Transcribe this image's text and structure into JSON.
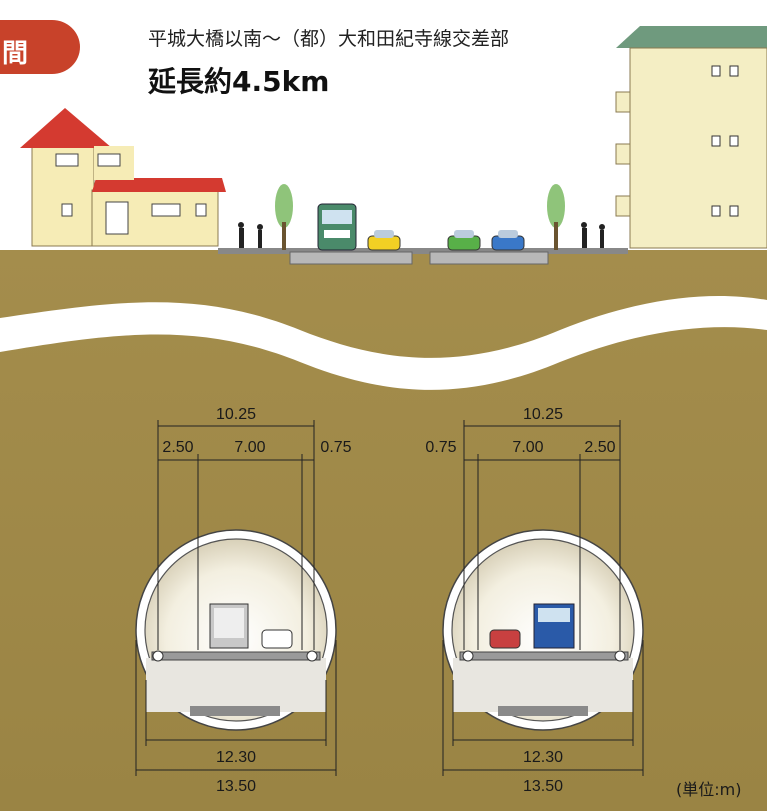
{
  "section_badge": "間",
  "title": "平城大橋以南～（都）大和田紀寺線交差部",
  "length_label": "延長約4.5km",
  "unit_note": "(単位:m)",
  "left_tunnel": {
    "total_top": "10.25",
    "left_sidewalk": "2.50",
    "lanes": "7.00",
    "right_shoulder": "0.75",
    "inner_width": "12.30",
    "outer_width": "13.50"
  },
  "right_tunnel": {
    "total_top": "10.25",
    "left_shoulder": "0.75",
    "lanes": "7.00",
    "right_sidewalk": "2.50",
    "inner_width": "12.30",
    "outer_width": "13.50"
  },
  "colors": {
    "ground": "#a08a48",
    "sky": "#ffffff",
    "badge": "#c8422a",
    "tunnel_ring": "#ffffff",
    "truck_blue": "#2a5aa8"
  }
}
